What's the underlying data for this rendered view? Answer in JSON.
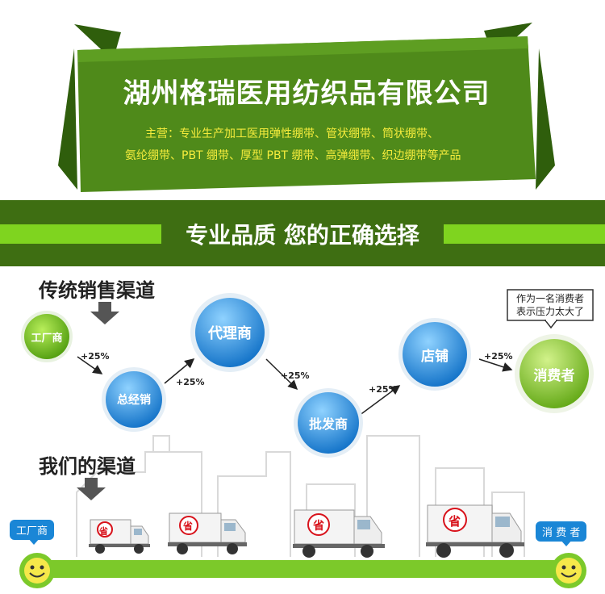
{
  "banner": {
    "company_name": "湖州格瑞医用纺织品有限公司",
    "business_line1": "主营：专业生产加工医用弹性绷带、管状绷带、筒状绷带、",
    "business_line2": "氨纶绷带、PBT 绷带、厚型 PBT 绷带、高弹绷带、织边绷带等产品",
    "slogan": "专业品质  您的正确选择"
  },
  "traditional": {
    "heading": "传统销售渠道",
    "nodes": [
      {
        "label": "工厂商"
      },
      {
        "label": "总经销"
      },
      {
        "label": "代理商"
      },
      {
        "label": "批发商"
      },
      {
        "label": "店铺"
      },
      {
        "label": "消费者"
      }
    ],
    "markups": [
      "+25%",
      "+25%",
      "+25%",
      "+25%",
      "+25%"
    ],
    "bubble_line1": "作为一名消费者",
    "bubble_line2": "表示压力太大了"
  },
  "ours": {
    "heading": "我们的渠道",
    "factory_label": "工厂商",
    "consumer_label": "消 费 者",
    "truck_stamp": "省"
  },
  "colors": {
    "banner_green": "#4f8a1a",
    "band_green": "#3e6e12",
    "stripe_green": "#7fd41f",
    "ball_blue": "#1f8fe0",
    "ball_green": "#6fbf1a",
    "bar_green": "#7cc92a",
    "pill_blue": "#1a86d6",
    "stamp_red": "#d8121b"
  }
}
